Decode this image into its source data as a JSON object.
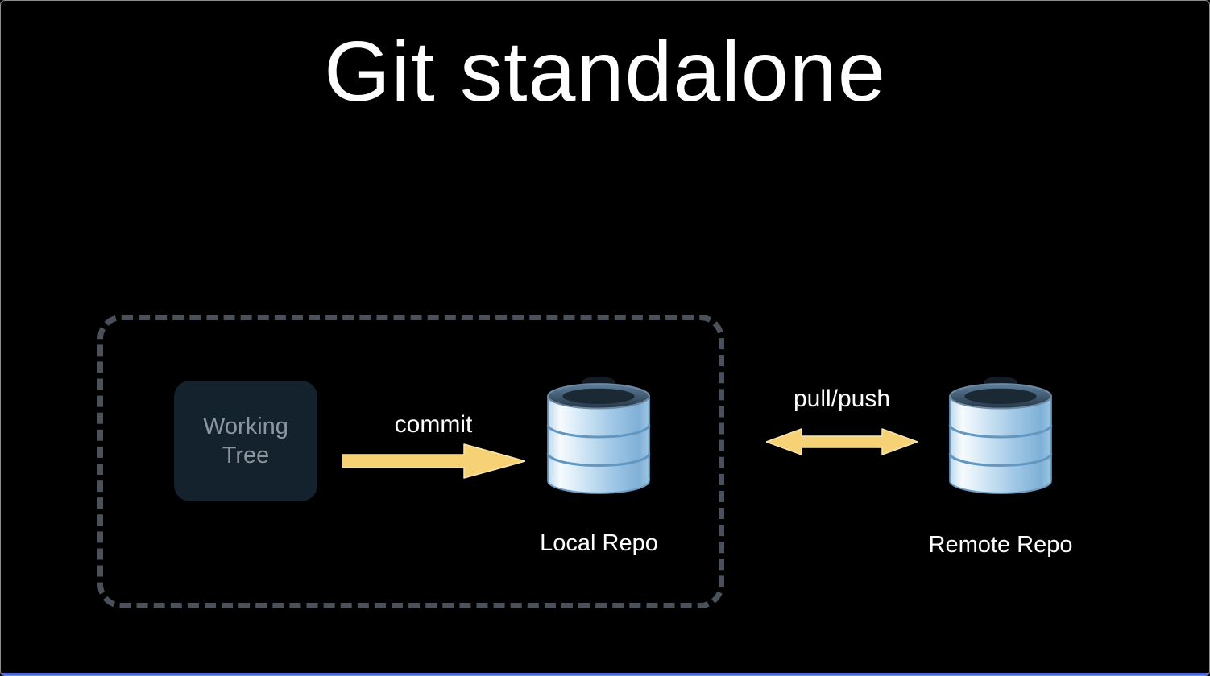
{
  "title": "Git standalone",
  "colors": {
    "background": "#000000",
    "arrow": "#f6d176",
    "arrow_outline": "#f9e6ae",
    "boundary_border": "#4b515b",
    "working_tree_bg": "#14222e",
    "working_tree_text": "#8d959e",
    "label_text": "#ffffff",
    "db_light_blue": "#cfe5f4",
    "db_dark_top": "#243646",
    "bottom_line": "#4a6bdf"
  },
  "diagram": {
    "working_tree": {
      "label": "Working Tree"
    },
    "commit_arrow": {
      "label": "commit"
    },
    "local_repo": {
      "label": "Local Repo"
    },
    "pull_push_arrow": {
      "label": "pull/push"
    },
    "remote_repo": {
      "label": "Remote Repo"
    }
  }
}
